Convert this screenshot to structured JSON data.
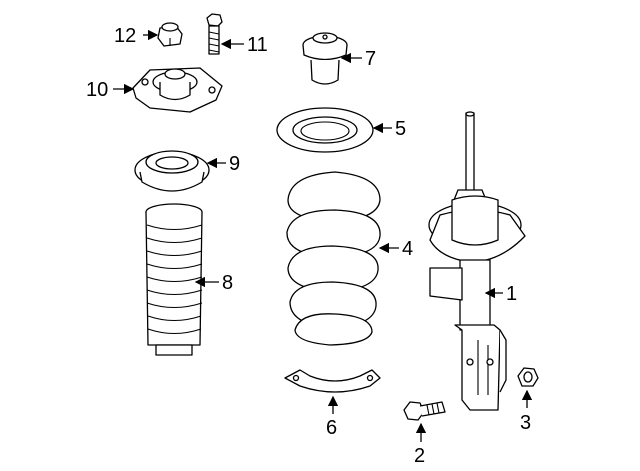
{
  "parts": [
    {
      "callout": "1"
    },
    {
      "callout": "2"
    },
    {
      "callout": "3"
    },
    {
      "callout": "4"
    },
    {
      "callout": "5"
    },
    {
      "callout": "6"
    },
    {
      "callout": "7"
    },
    {
      "callout": "8"
    },
    {
      "callout": "9"
    },
    {
      "callout": "10"
    },
    {
      "callout": "11"
    },
    {
      "callout": "12"
    }
  ]
}
